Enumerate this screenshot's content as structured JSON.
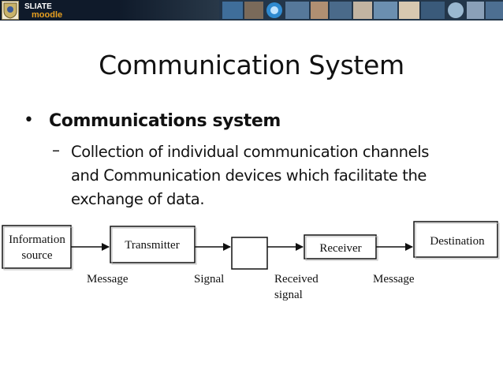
{
  "banner": {
    "logo_line1": "SLIATE",
    "logo_line2": "moodle",
    "accent_color": "#e8a020"
  },
  "slide": {
    "title": "Communication System",
    "bullet_main": "Communications system",
    "bullet_sub_lines": [
      "Collection of individual communication channels",
      "and Communication devices which facilitate the",
      "exchange of data."
    ]
  },
  "diagram": {
    "blocks": {
      "source_line1": "Information",
      "source_line2": "source",
      "transmitter": "Transmitter",
      "receiver": "Receiver",
      "destination": "Destination"
    },
    "signals": {
      "message_in": "Message",
      "signal": "Signal",
      "received_line1": "Received",
      "received_line2": "signal",
      "message_out": "Message"
    }
  }
}
